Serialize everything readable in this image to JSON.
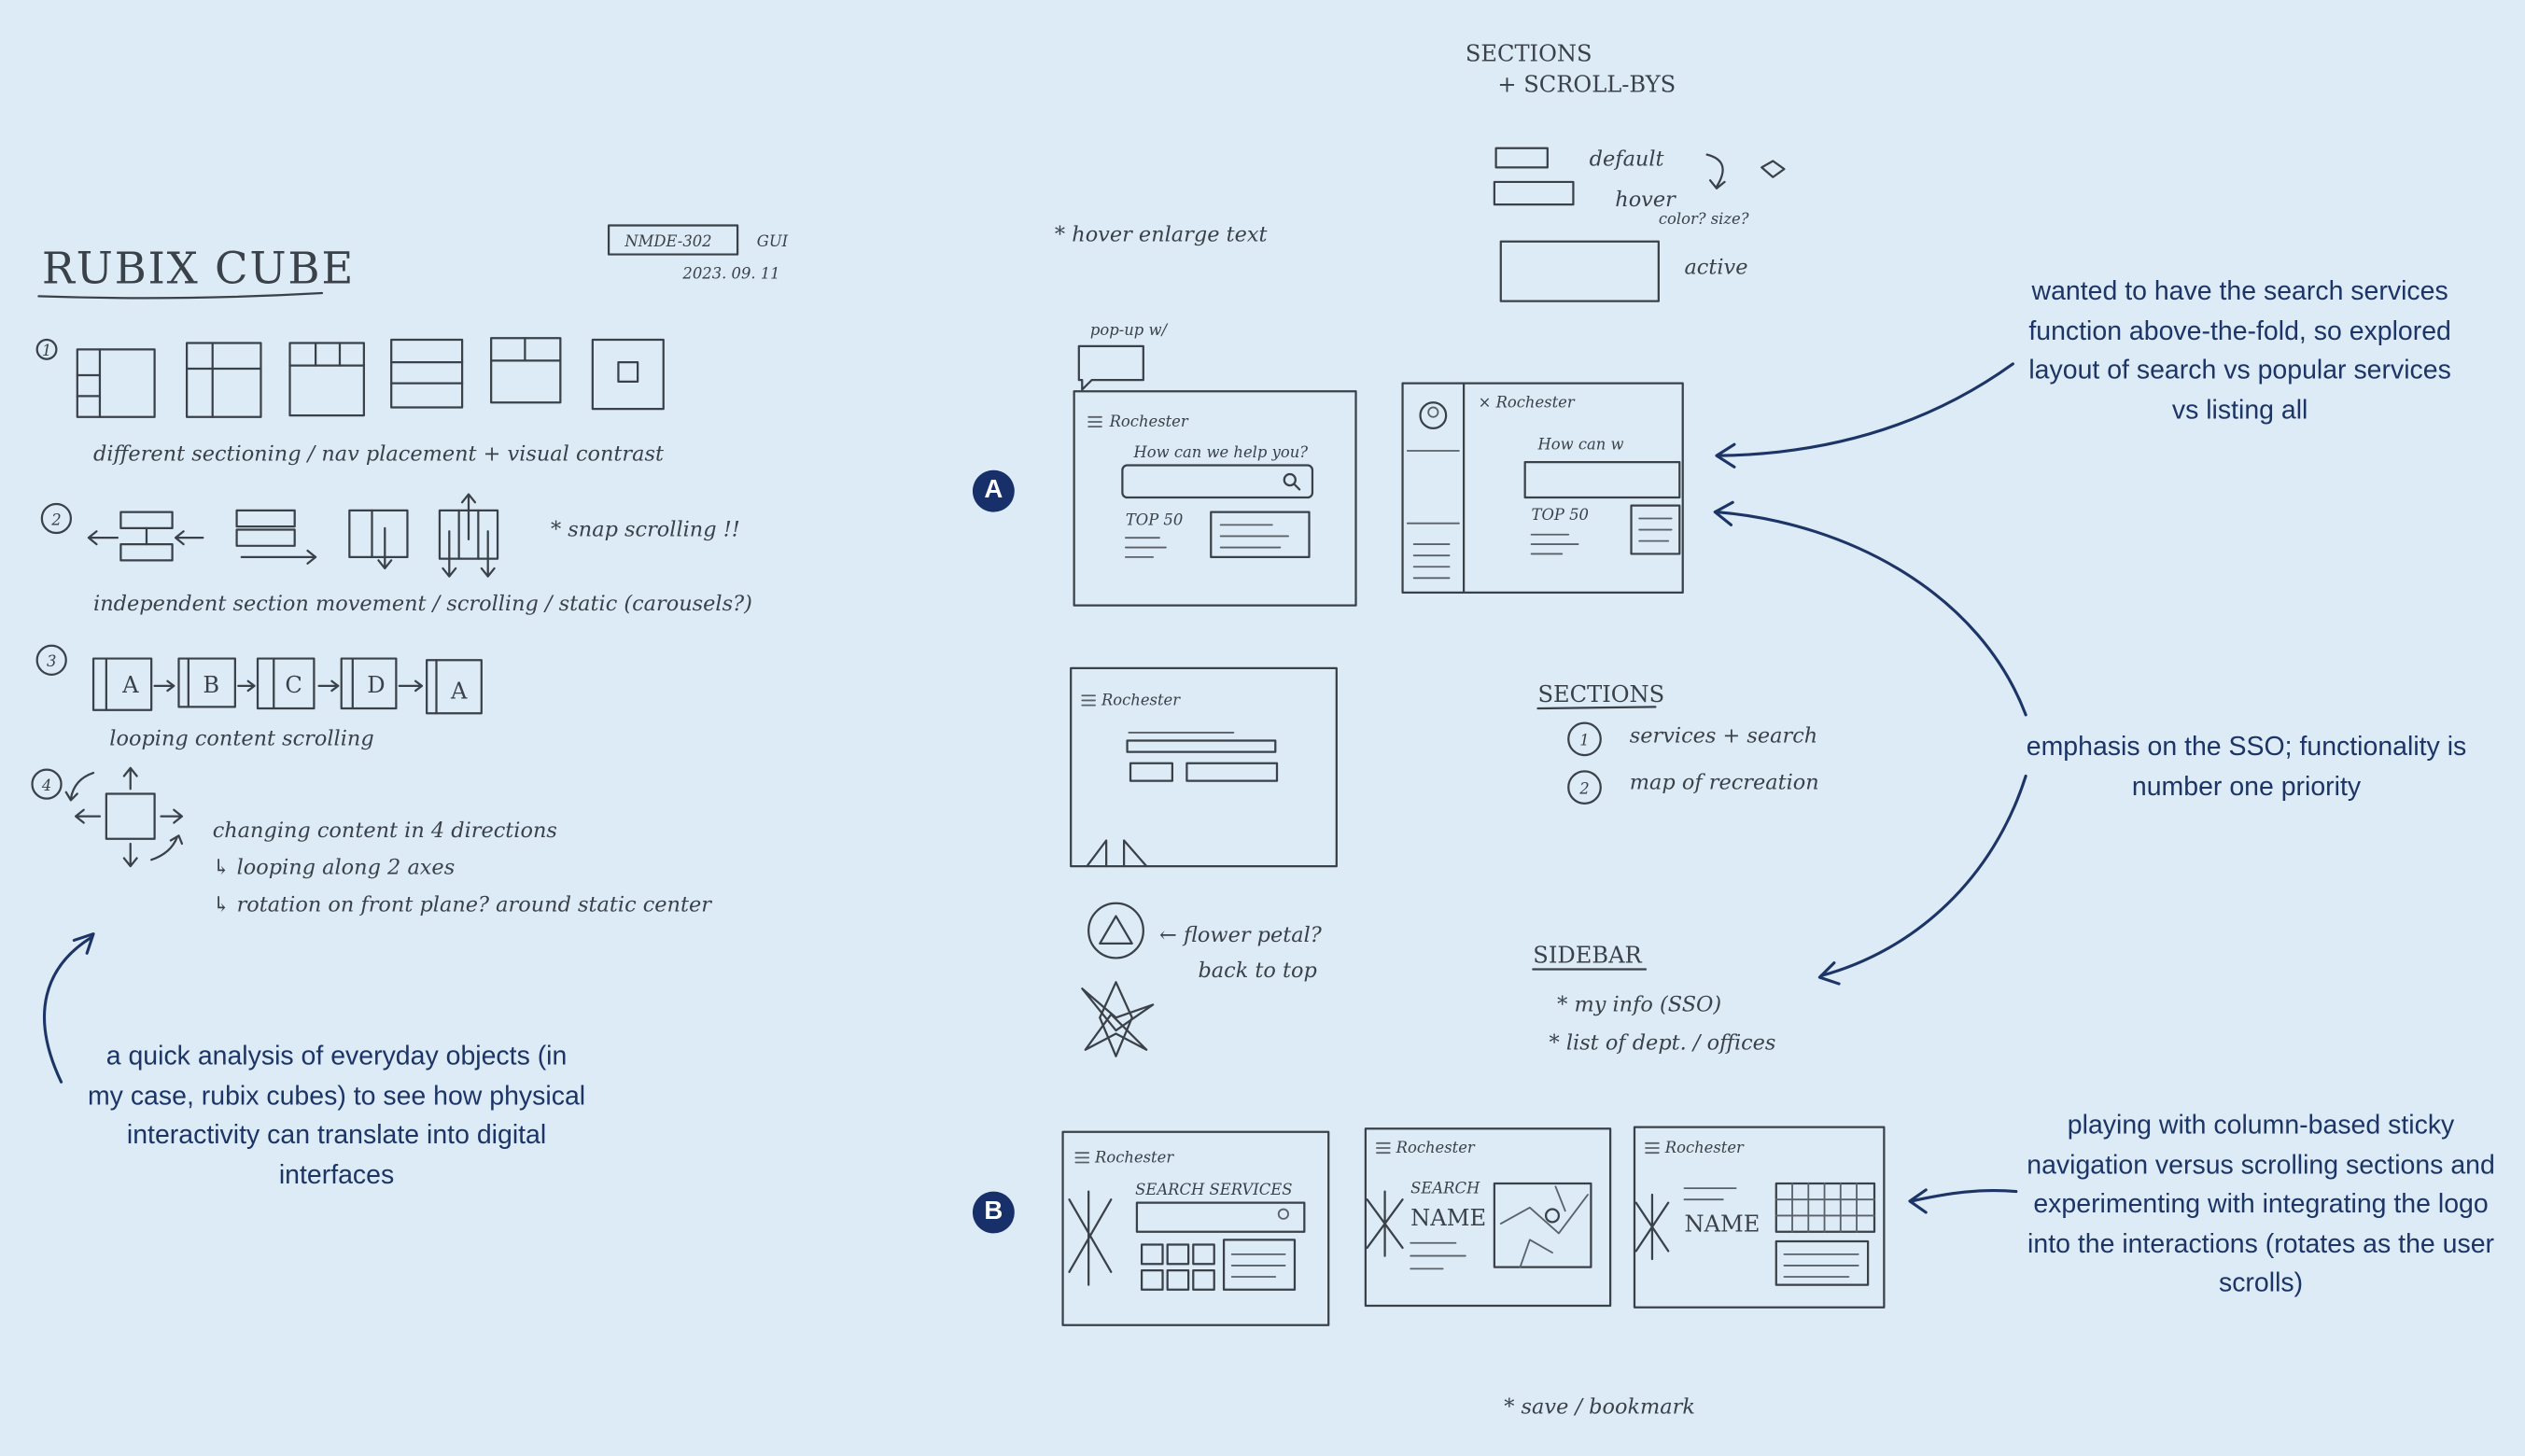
{
  "colors": {
    "background": "#dcebf6",
    "annotation": "#1d3566",
    "badge": "#17306a",
    "pencil": "#3a4148"
  },
  "left_sheet": {
    "title": "RUBIX CUBE",
    "course": "NMDE-302",
    "gui": "GUI",
    "date": "2023. 09. 11",
    "n1": "1",
    "n2": "2",
    "n3": "3",
    "n4": "4",
    "item1": "different sectioning / nav placement + visual contrast",
    "item2": "independent section movement / scrolling / static (carousels?)",
    "snap": "* snap scrolling !!",
    "loop_a": "A",
    "loop_b": "B",
    "loop_c": "C",
    "loop_d": "D",
    "loop_a2": "A",
    "item3": "looping content scrolling",
    "item4_1": "changing content in 4 directions",
    "item4_2": "↳ looping along 2 axes",
    "item4_3": "↳ rotation on front plane? around static center"
  },
  "right_sheet": {
    "sections_title": "SECTIONS",
    "scrollbys": "+ SCROLL-BYS",
    "default": "default",
    "hover": "hover",
    "color_size": "color? size?",
    "active": "active",
    "hover_enlarge": "* hover enlarge text",
    "popup": "pop-up w/",
    "rochester": "Rochester",
    "x_rochester": "× Rochester",
    "help": "How can we help you?",
    "how_can": "How can w",
    "top_50": "TOP 50",
    "sections2": "SECTIONS",
    "s1": "1",
    "s2": "2",
    "sec_1": "services + search",
    "sec_2": "map of recreation",
    "flower": "← flower petal?",
    "back_top": "back to top",
    "sidebar": "SIDEBAR",
    "side_1": "* my info (SSO)",
    "side_2": "* list of dept. / offices",
    "search_services": "SEARCH SERVICES",
    "search": "SEARCH",
    "name": "NAME",
    "save": "* save / bookmark"
  },
  "badges": {
    "a": "A",
    "b": "B"
  },
  "annotations": {
    "left_note": "a quick analysis of everyday objects (in my case, rubix cubes) to see how physical interactivity can translate into digital interfaces",
    "top_right": "wanted to have the search services function above-the-fold, so explored layout of search vs popular services vs listing all",
    "mid_right": "emphasis on the SSO; functionality is number one priority",
    "bottom_right": "playing with column-based sticky navigation versus scrolling sections and experimenting with integrating the logo into the interactions (rotates as the user scrolls)"
  }
}
